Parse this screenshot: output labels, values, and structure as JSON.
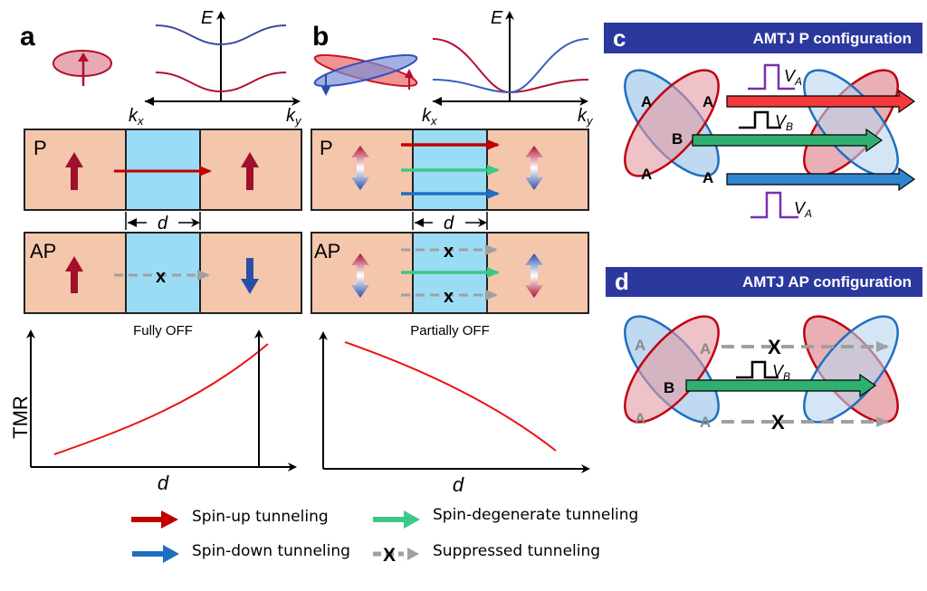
{
  "panels": {
    "a": {
      "letter": "a",
      "energy_axis": "E",
      "kx_axis": "k",
      "kx_sub": "x",
      "ky_axis": "k",
      "ky_sub": "y",
      "row_p": "P",
      "row_ap": "AP",
      "barrier_label": "d",
      "state_label": "Fully OFF",
      "suppressed_mark": "x",
      "plot": {
        "ylabel": "TMR",
        "xlabel": "d",
        "trend": "increasing"
      }
    },
    "b": {
      "letter": "b",
      "energy_axis": "E",
      "kx_axis": "k",
      "kx_sub": "x",
      "ky_axis": "k",
      "ky_sub": "y",
      "row_p": "P",
      "row_ap": "AP",
      "barrier_label": "d",
      "state_label": "Partially OFF",
      "suppressed_mark": "x",
      "plot": {
        "xlabel": "d",
        "trend": "decreasing"
      }
    },
    "c": {
      "letter": "c",
      "title": "AMTJ P configuration",
      "sites": [
        "A",
        "A",
        "B",
        "A",
        "A"
      ],
      "voltage_a": "V",
      "voltage_a_sub": "A",
      "voltage_b": "V",
      "voltage_b_sub": "B"
    },
    "d": {
      "letter": "d",
      "title": "AMTJ AP configuration",
      "sites": [
        "A",
        "A",
        "B",
        "A",
        "A"
      ],
      "voltage_b": "V",
      "voltage_b_sub": "B",
      "suppressed_mark": "X"
    }
  },
  "legend": {
    "spin_up": "Spin-up tunneling",
    "spin_down": "Spin-down tunneling",
    "spin_degenerate": "Spin-degenerate tunneling",
    "suppressed": "Suppressed tunneling",
    "suppressed_mark": "X"
  },
  "colors": {
    "spin_up": "#c00000",
    "spin_down": "#1f6fc0",
    "spin_degenerate": "#3cc88a",
    "suppressed": "#a0a0a0",
    "ferromagnet": "#f4c6ac",
    "barrier": "#9adcf5",
    "header": "#2b389e",
    "pulse_a": "#7a2fb0",
    "curve": "#ee1111"
  }
}
